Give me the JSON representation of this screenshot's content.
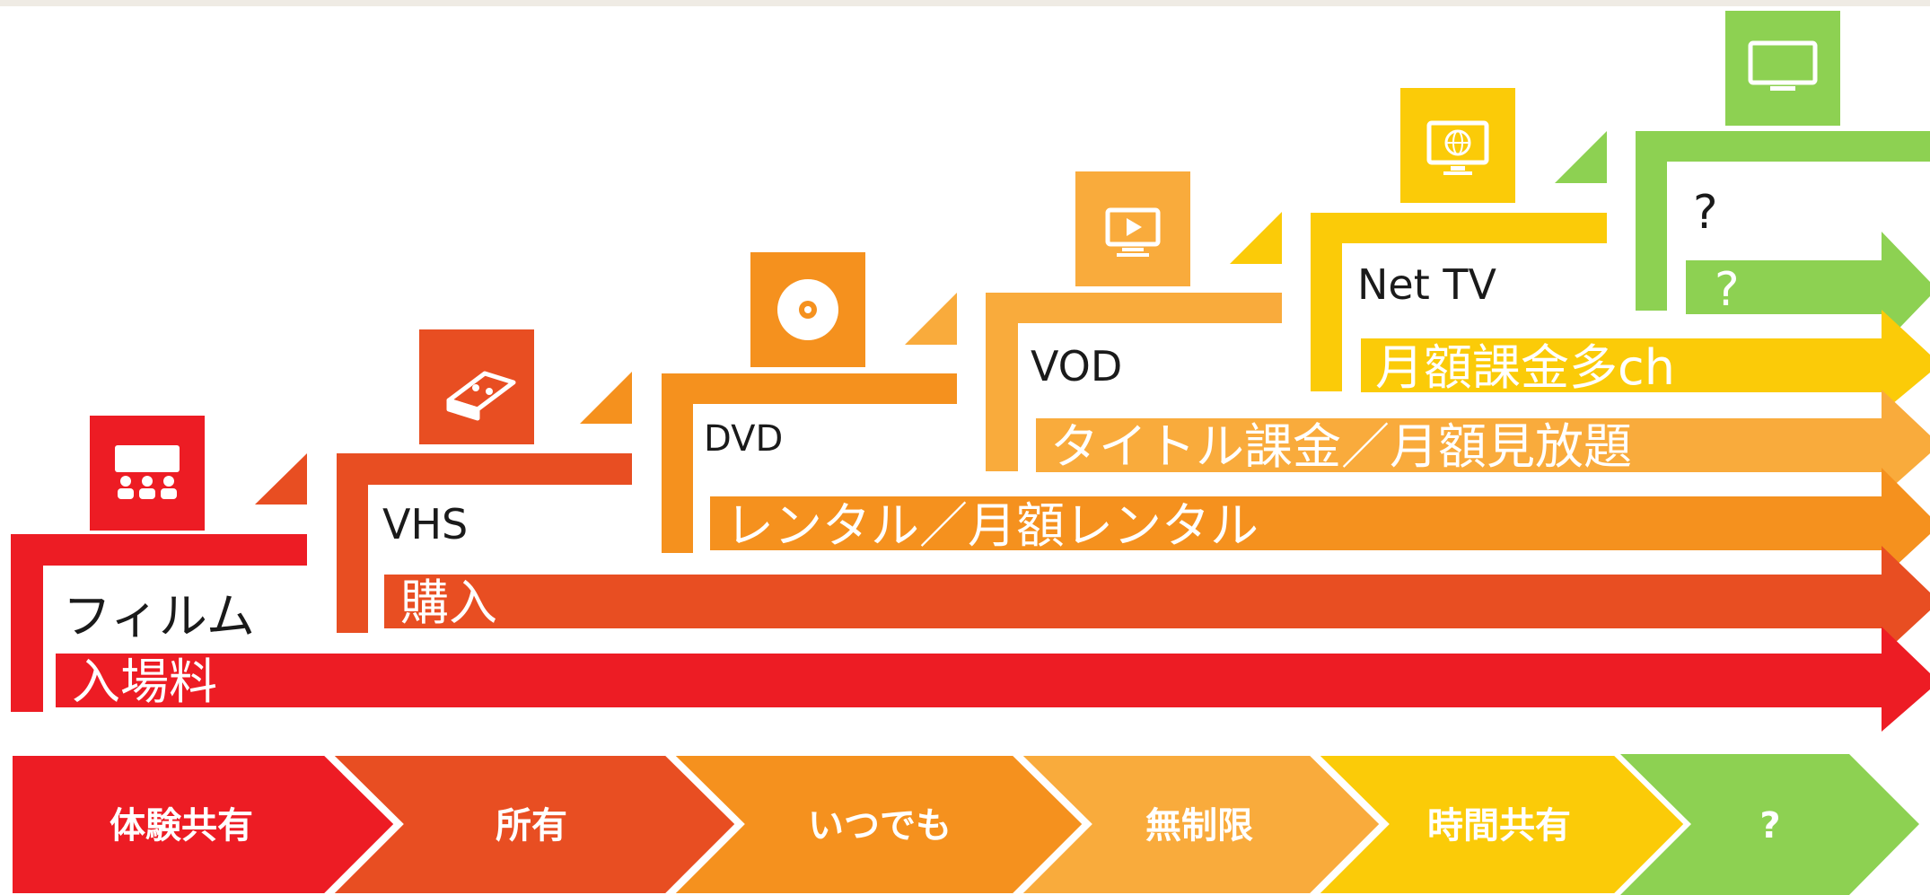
{
  "colors": {
    "red": "#ed1c24",
    "red_orange": "#e84e22",
    "orange": "#f5911e",
    "light_orange": "#f9ab3c",
    "yellow": "#fbcb08",
    "green": "#8dd152",
    "top_strip": "#efebe4"
  },
  "eras": [
    {
      "media": "フィルム",
      "pricing": "入場料",
      "value": "体験共有",
      "icon": "theater-audience-icon"
    },
    {
      "media": "VHS",
      "pricing": "購入",
      "value": "所有",
      "icon": "vhs-tape-icon"
    },
    {
      "media": "DVD",
      "pricing": "レンタル／月額レンタル",
      "value": "いつでも",
      "icon": "disc-icon"
    },
    {
      "media": "VOD",
      "pricing": "タイトル課金／月額見放題",
      "value": "無制限",
      "icon": "play-screen-icon"
    },
    {
      "media": "Net TV",
      "pricing": "月額課金多ch",
      "value": "時間共有",
      "icon": "globe-monitor-icon"
    },
    {
      "media": "?",
      "pricing": "?",
      "value": "?",
      "icon": "monitor-icon"
    }
  ]
}
